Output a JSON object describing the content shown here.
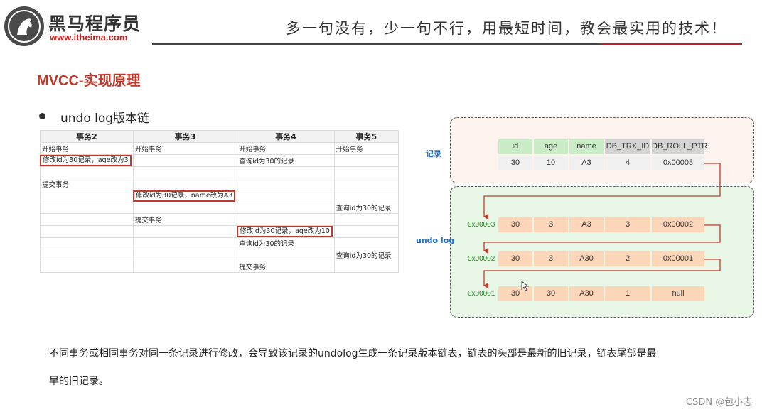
{
  "header": {
    "logo_cn": "黑马程序员",
    "logo_url": "www.itheima.com",
    "slogan": "多一句没有，少一句不行，用最短时间，教会最实用的技术！"
  },
  "title": "MVCC-实现原理",
  "bullet": "undo log版本链",
  "tx_table": {
    "headers": [
      "事务2",
      "事务3",
      "事务4",
      "事务5"
    ],
    "rows": [
      [
        "开始事务",
        "开始事务",
        "开始事务",
        "开始事务"
      ],
      [
        "修改id为30记录，age改为3",
        "",
        "查询id为30的记录",
        ""
      ],
      [
        "",
        "",
        "",
        ""
      ],
      [
        "提交事务",
        "",
        "",
        ""
      ],
      [
        "",
        "修改id为30记录，name改为A3",
        "",
        ""
      ],
      [
        "",
        "",
        "",
        "查询id为30的记录"
      ],
      [
        "",
        "提交事务",
        "",
        ""
      ],
      [
        "",
        "",
        "修改id为30记录，age改为10",
        ""
      ],
      [
        "",
        "",
        "查询id为30的记录",
        ""
      ],
      [
        "",
        "",
        "",
        "查询id为30的记录"
      ],
      [
        "",
        "",
        "提交事务",
        ""
      ]
    ]
  },
  "diagram": {
    "record_label": "记录",
    "undo_label": "undo log",
    "columns": [
      "id",
      "age",
      "name",
      "DB_TRX_ID",
      "DB_ROLL_PTR"
    ],
    "record_row": [
      "30",
      "10",
      "A3",
      "4",
      "0x00003"
    ],
    "undo_rows": [
      {
        "addr": "0x00003",
        "cells": [
          "30",
          "3",
          "A3",
          "3",
          "0x00002"
        ]
      },
      {
        "addr": "0x00002",
        "cells": [
          "30",
          "3",
          "A30",
          "2",
          "0x00001"
        ]
      },
      {
        "addr": "0x00001",
        "cells": [
          "30",
          "30",
          "A30",
          "1",
          "null"
        ]
      }
    ],
    "colors": {
      "arrow": "#c0392b",
      "header_green": "#c9ebc6",
      "header_gray": "#d4d4d4",
      "undo_cell": "#fbd6b8"
    }
  },
  "paragraph": {
    "line1": "不同事务或相同事务对同一条记录进行修改，会导致该记录的undolog生成一条记录版本链表，链表的头部是最新的旧记录，链表尾部是最",
    "line2": "早的旧记录。"
  },
  "watermark": "CSDN @包小志"
}
